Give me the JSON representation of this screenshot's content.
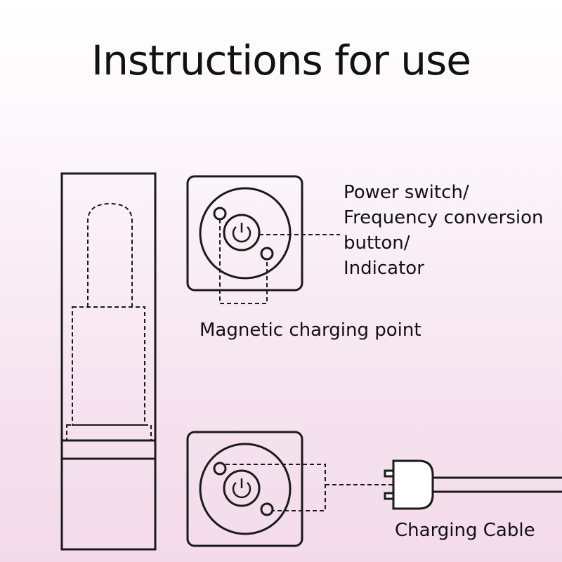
{
  "title": "Instructions for use",
  "labels": {
    "power": [
      "Power switch/",
      "Frequency conversion",
      "button/",
      "Indicator"
    ],
    "magnetic": "Magnetic charging point",
    "cable": "Charging Cable"
  },
  "colors": {
    "stroke": "#1a1a1a",
    "background_top": "#ffffff",
    "background_bottom": "#f3dbeb"
  },
  "icons": [
    "power-icon",
    "power-icon",
    "charging-plug-icon"
  ]
}
